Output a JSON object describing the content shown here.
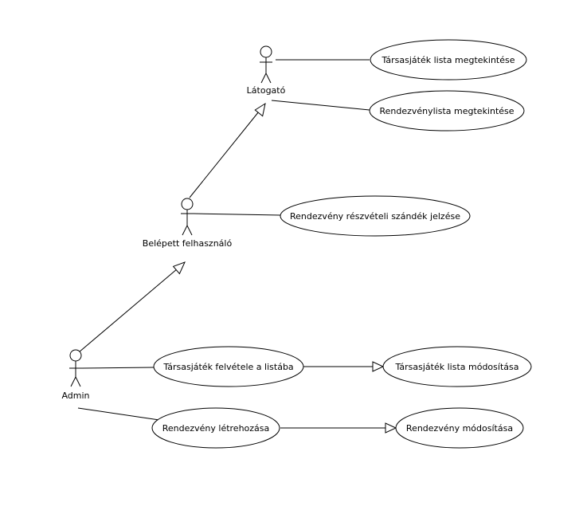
{
  "actors": {
    "visitor": "Látogató",
    "logged_in_user": "Belépett felhasználó",
    "admin": "Admin"
  },
  "use_cases": {
    "boardgame_list_view": "Társasjáték lista megtekintése",
    "event_list_view": "Rendezvénylista megtekintése",
    "event_participation": "Rendezvény részvételi szándék jelzése",
    "boardgame_add": "Társasjáték felvétele a listába",
    "boardgame_list_modify": "Társasjáték lista módosítása",
    "event_create": "Rendezvény létrehozása",
    "event_modify": "Rendezvény módosítása"
  }
}
